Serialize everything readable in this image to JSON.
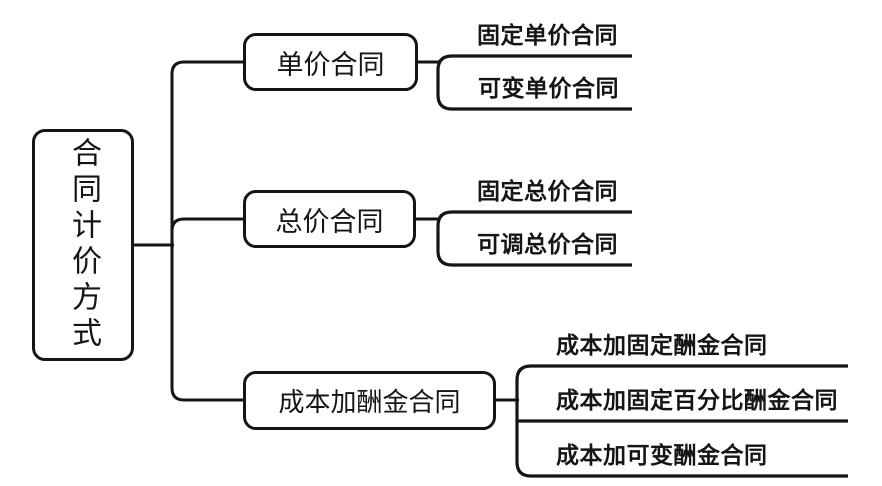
{
  "diagram": {
    "type": "tree-mindmap",
    "direction": "left-to-right"
  },
  "tree": {
    "root": {
      "label": "合同计价方式"
    },
    "branches": [
      {
        "label": "单价合同",
        "children": [
          {
            "label": "固定单价合同"
          },
          {
            "label": "可变单价合同"
          }
        ]
      },
      {
        "label": "总价合同",
        "children": [
          {
            "label": "固定总价合同"
          },
          {
            "label": "可调总价合同"
          }
        ]
      },
      {
        "label": "成本加酬金合同",
        "children": [
          {
            "label": "成本加固定酬金合同"
          },
          {
            "label": "成本加固定百分比酬金合同"
          },
          {
            "label": "成本加可变酬金合同"
          }
        ]
      }
    ]
  },
  "colors": {
    "line": "#151515",
    "bg": "#ffffff",
    "text": "#151515"
  }
}
